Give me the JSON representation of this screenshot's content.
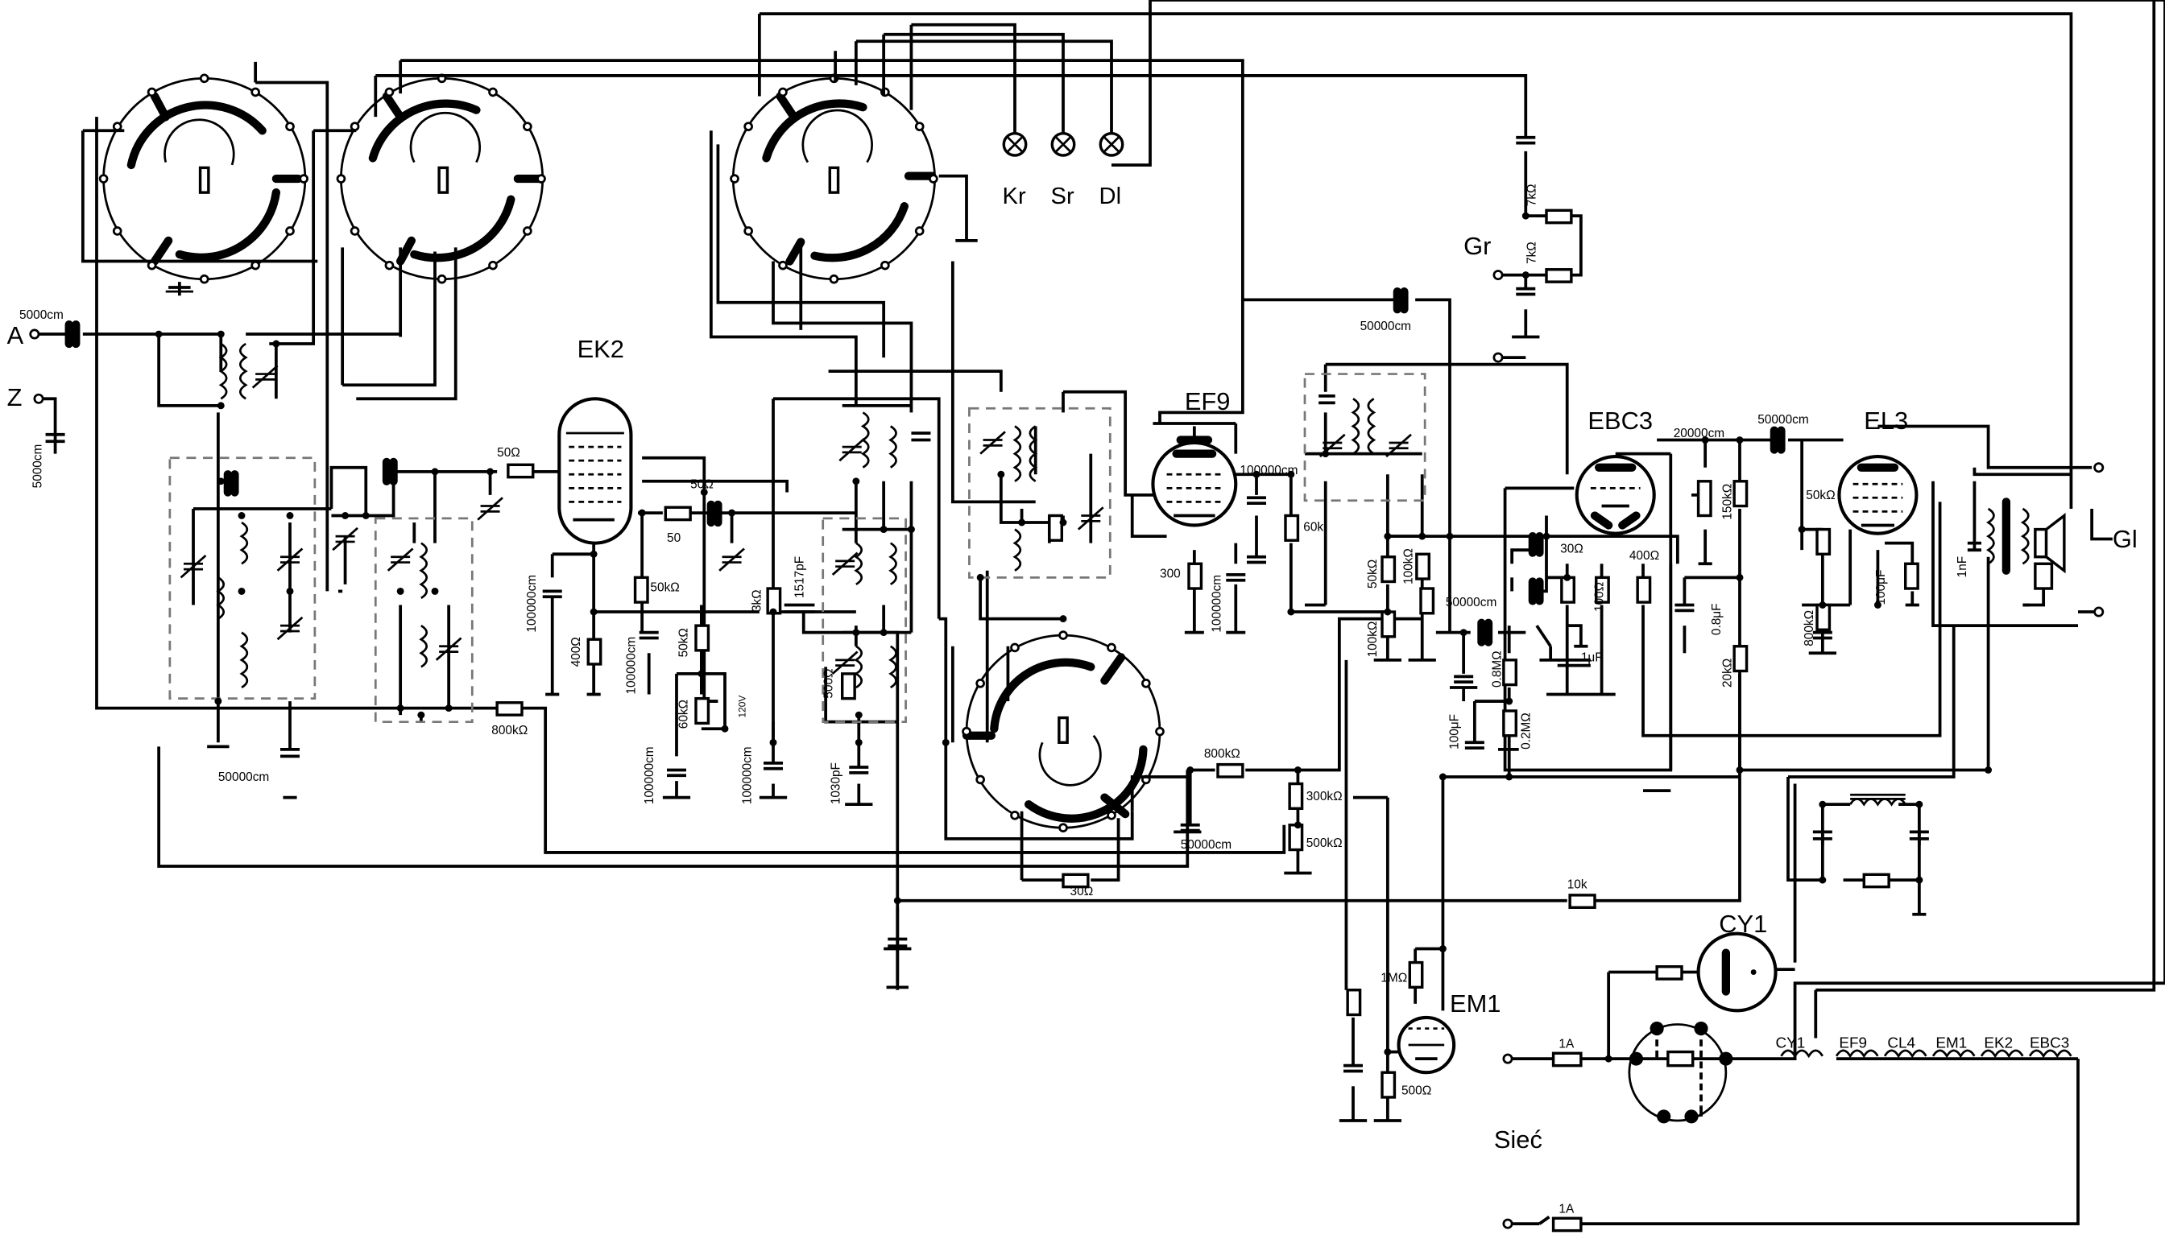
{
  "inputs": {
    "antenna": "A",
    "ground": "Z",
    "mains": "Sieć",
    "speaker_out": "Gl",
    "pickup": "Gr"
  },
  "tubes": {
    "ek2": "EK2",
    "ef9": "EF9",
    "ebc3": "EBC3",
    "el3": "EL3",
    "em1": "EM1",
    "cy1": "CY1"
  },
  "band_lamps": [
    "Kr",
    "Sr",
    "Dl"
  ],
  "heater_chain": [
    "CY1",
    "EF9",
    "CL4",
    "EM1",
    "EK2",
    "EBC3"
  ],
  "component_values": {
    "c_ant": "5000cm",
    "c_gnd": "5000cm",
    "r_g1": "50Ω",
    "c_ek2_a": "100000cm",
    "r_ek2_k": "400Ω",
    "r_50": "50",
    "r_50b": "50Ω",
    "r_50k_a": "50kΩ",
    "c_100k_b": "100000cm",
    "r_50k_b": "50kΩ",
    "r_60k": "60kΩ",
    "v_120": "120V",
    "c_100k_c": "100000cm",
    "r_3k": "3kΩ",
    "c_1517": "1517pF",
    "c_100k_d": "100000cm",
    "r_500": "500Ω",
    "c_1030": "1030pF",
    "c_50000_a": "50000cm",
    "r_800k_a": "800kΩ",
    "c_ef9_a": "100000cm",
    "r_ef9_k": "300",
    "c_ef9_b": "100000cm",
    "r_60k_b": "60k",
    "c_50000_top": "50000cm",
    "r_7k_a": "7kΩ",
    "r_7k_b": "7kΩ",
    "r_50k_c": "50kΩ",
    "r_100k_a": "100kΩ",
    "r_100k_b": "100kΩ",
    "c_50000_b": "50000cm",
    "r_30": "30Ω",
    "r_100": "100Ω",
    "r_400": "400Ω",
    "c_1u": "1μF",
    "r_08m": "0.8MΩ",
    "c_100u_a": "100μF",
    "r_02m": "0.2MΩ",
    "c_20000": "20000cm",
    "r_150k": "150kΩ",
    "c_08u": "0.8μF",
    "r_20k": "20kΩ",
    "c_50000_c": "50000cm",
    "r_50k_d": "50kΩ",
    "r_800k_b": "800kΩ",
    "c_100u_b": "100μF",
    "c_1n": "1nF",
    "r_800k_c": "800kΩ",
    "r_300k": "300kΩ",
    "r_500k": "500kΩ",
    "c_50000_d": "50000cm",
    "r_30b": "30Ω",
    "r_10k": "10k",
    "r_1m": "1MΩ",
    "r_500b": "500Ω",
    "fuse_a": "1A",
    "fuse_b": "1A"
  }
}
